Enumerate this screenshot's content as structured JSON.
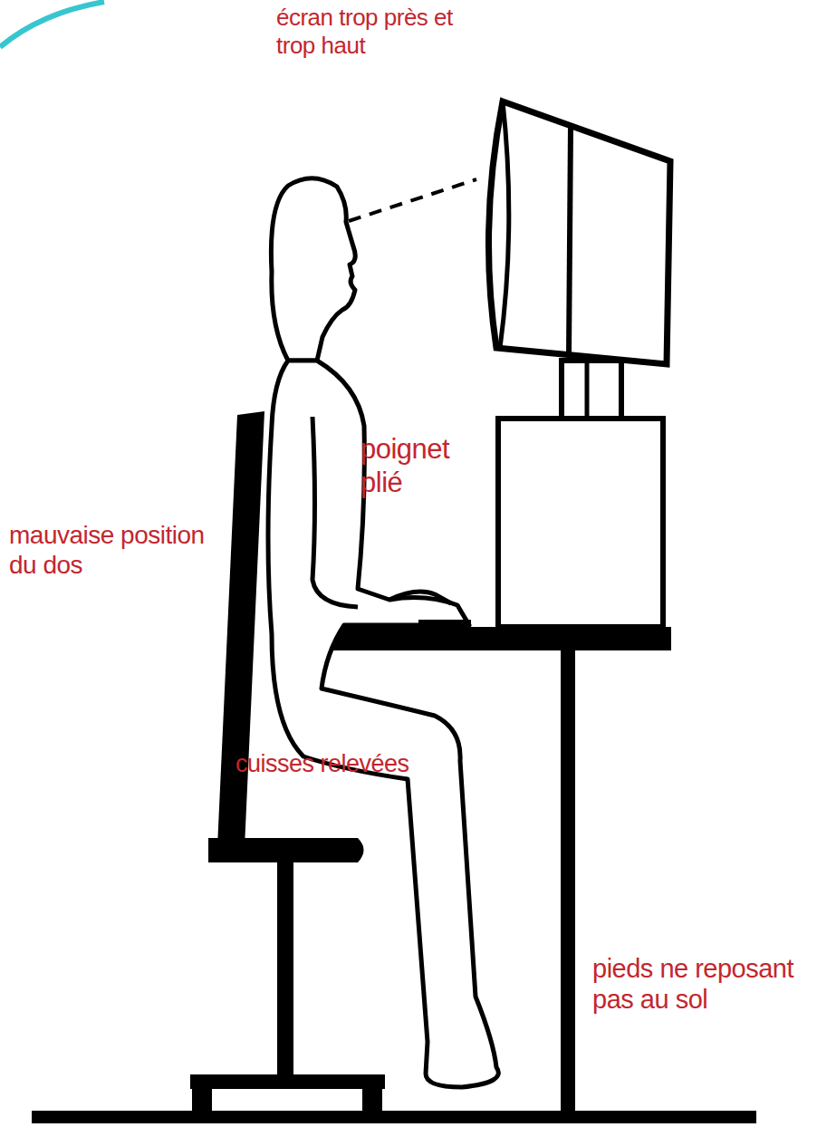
{
  "diagram": {
    "labels": [
      "écran trop près et trop haut",
      "poignet plié",
      "mauvaise position du dos",
      "cuisses relevées",
      "pieds ne reposant pas au sol"
    ]
  }
}
